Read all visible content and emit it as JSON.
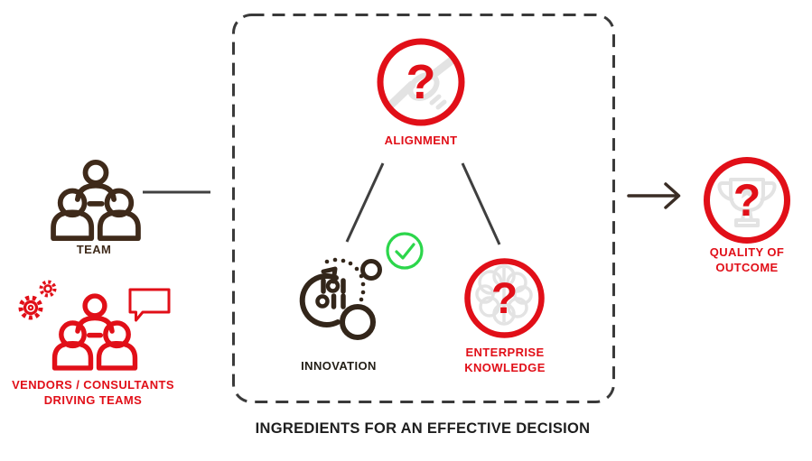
{
  "colors": {
    "red": "#e10f18",
    "dark_brown": "#3f2a1a",
    "line_gray": "#414141",
    "green": "#2cd64b",
    "art_gray": "#e3e3e3",
    "text_black": "#1e1e1e"
  },
  "glyphs": {
    "question_mark": "?"
  },
  "left_column": {
    "team": {
      "label": "TEAM",
      "icon": "team-people-icon"
    },
    "vendors": {
      "label": "VENDORS / CONSULTANTS DRIVING TEAMS",
      "icons": [
        "gears-icon",
        "people-icon",
        "speech-bubble-icon"
      ]
    }
  },
  "ingredients_box": {
    "caption": "INGREDIENTS FOR AN EFFECTIVE DECISION",
    "nodes": [
      {
        "id": "alignment",
        "label": "ALIGNMENT",
        "icon": "handshake-question-icon"
      },
      {
        "id": "innovation",
        "label": "INNOVATION",
        "icon": "innovation-data-cycle-icon",
        "badge": "green-check-icon"
      },
      {
        "id": "enterprise_knowledge",
        "label": "ENTERPRISE KNOWLEDGE",
        "icon": "brain-question-icon"
      }
    ]
  },
  "outcome": {
    "label": "QUALITY OF OUTCOME",
    "icon": "trophy-question-icon"
  }
}
